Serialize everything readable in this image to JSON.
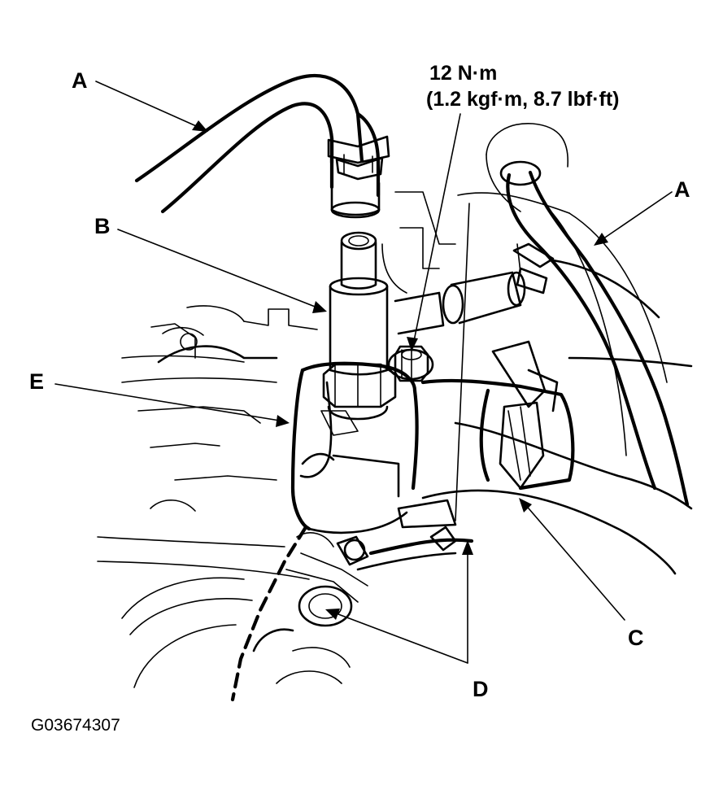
{
  "torque_spec": {
    "line1": "12 N·m",
    "line2": "(1.2 kgf·m, 8.7 lbf·ft)"
  },
  "callouts": {
    "a_left": "A",
    "a_right": "A",
    "b": "B",
    "c": "C",
    "d": "D",
    "e": "E"
  },
  "figure_id": "G03674307"
}
